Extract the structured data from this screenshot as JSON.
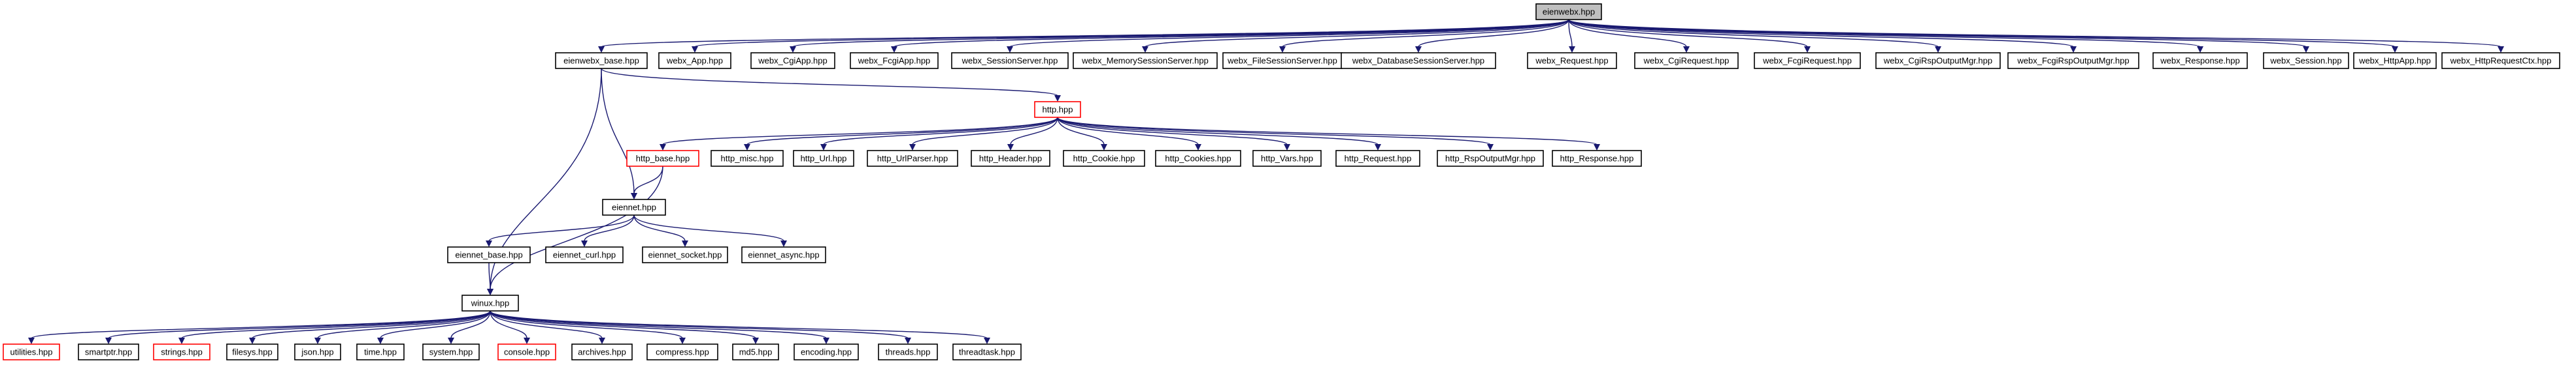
{
  "diagram": {
    "colors": {
      "edge": "#191970",
      "border_normal": "#000000",
      "border_external": "#ff0000",
      "fill_normal": "#ffffff",
      "fill_root": "#bfbfbf"
    },
    "nodes": [
      {
        "id": "n0",
        "label": "eienwebx.hpp",
        "style": "root"
      },
      {
        "id": "n1",
        "label": "eienwebx_base.hpp",
        "style": "normal"
      },
      {
        "id": "n2",
        "label": "webx_App.hpp",
        "style": "normal"
      },
      {
        "id": "n3",
        "label": "webx_CgiApp.hpp",
        "style": "normal"
      },
      {
        "id": "n4",
        "label": "webx_FcgiApp.hpp",
        "style": "normal"
      },
      {
        "id": "n5",
        "label": "webx_SessionServer.hpp",
        "style": "normal"
      },
      {
        "id": "n6",
        "label": "webx_MemorySessionServer.hpp",
        "style": "normal"
      },
      {
        "id": "n7",
        "label": "webx_FileSessionServer.hpp",
        "style": "normal"
      },
      {
        "id": "n8",
        "label": "webx_DatabaseSessionServer.hpp",
        "style": "normal"
      },
      {
        "id": "n9",
        "label": "webx_Request.hpp",
        "style": "normal"
      },
      {
        "id": "n10",
        "label": "webx_CgiRequest.hpp",
        "style": "normal"
      },
      {
        "id": "n11",
        "label": "webx_FcgiRequest.hpp",
        "style": "normal"
      },
      {
        "id": "n12",
        "label": "webx_CgiRspOutputMgr.hpp",
        "style": "normal"
      },
      {
        "id": "n13",
        "label": "webx_FcgiRspOutputMgr.hpp",
        "style": "normal"
      },
      {
        "id": "n14",
        "label": "webx_Response.hpp",
        "style": "normal"
      },
      {
        "id": "n15",
        "label": "webx_Session.hpp",
        "style": "normal"
      },
      {
        "id": "n16",
        "label": "webx_HttpApp.hpp",
        "style": "normal"
      },
      {
        "id": "n17",
        "label": "webx_HttpRequestCtx.hpp",
        "style": "normal"
      },
      {
        "id": "n18",
        "label": "http.hpp",
        "style": "external"
      },
      {
        "id": "n19",
        "label": "http_base.hpp",
        "style": "external"
      },
      {
        "id": "n20",
        "label": "http_misc.hpp",
        "style": "normal"
      },
      {
        "id": "n21",
        "label": "http_Url.hpp",
        "style": "normal"
      },
      {
        "id": "n22",
        "label": "http_UrlParser.hpp",
        "style": "normal"
      },
      {
        "id": "n23",
        "label": "http_Header.hpp",
        "style": "normal"
      },
      {
        "id": "n24",
        "label": "http_Cookie.hpp",
        "style": "normal"
      },
      {
        "id": "n25",
        "label": "http_Cookies.hpp",
        "style": "normal"
      },
      {
        "id": "n26",
        "label": "http_Vars.hpp",
        "style": "normal"
      },
      {
        "id": "n27",
        "label": "http_Request.hpp",
        "style": "normal"
      },
      {
        "id": "n28",
        "label": "http_RspOutputMgr.hpp",
        "style": "normal"
      },
      {
        "id": "n29",
        "label": "http_Response.hpp",
        "style": "normal"
      },
      {
        "id": "n30",
        "label": "eiennet.hpp",
        "style": "normal"
      },
      {
        "id": "n31",
        "label": "eiennet_base.hpp",
        "style": "normal"
      },
      {
        "id": "n32",
        "label": "eiennet_curl.hpp",
        "style": "normal"
      },
      {
        "id": "n33",
        "label": "eiennet_socket.hpp",
        "style": "normal"
      },
      {
        "id": "n34",
        "label": "eiennet_async.hpp",
        "style": "normal"
      },
      {
        "id": "n35",
        "label": "winux.hpp",
        "style": "normal"
      },
      {
        "id": "n36",
        "label": "utilities.hpp",
        "style": "external"
      },
      {
        "id": "n37",
        "label": "smartptr.hpp",
        "style": "normal"
      },
      {
        "id": "n38",
        "label": "strings.hpp",
        "style": "external"
      },
      {
        "id": "n39",
        "label": "filesys.hpp",
        "style": "normal"
      },
      {
        "id": "n40",
        "label": "json.hpp",
        "style": "normal"
      },
      {
        "id": "n41",
        "label": "time.hpp",
        "style": "normal"
      },
      {
        "id": "n42",
        "label": "system.hpp",
        "style": "normal"
      },
      {
        "id": "n43",
        "label": "console.hpp",
        "style": "external"
      },
      {
        "id": "n44",
        "label": "archives.hpp",
        "style": "normal"
      },
      {
        "id": "n45",
        "label": "compress.hpp",
        "style": "normal"
      },
      {
        "id": "n46",
        "label": "md5.hpp",
        "style": "normal"
      },
      {
        "id": "n47",
        "label": "encoding.hpp",
        "style": "normal"
      },
      {
        "id": "n48",
        "label": "threads.hpp",
        "style": "normal"
      },
      {
        "id": "n49",
        "label": "threadtask.hpp",
        "style": "normal"
      }
    ],
    "edges": [
      [
        "n0",
        "n1"
      ],
      [
        "n0",
        "n2"
      ],
      [
        "n0",
        "n3"
      ],
      [
        "n0",
        "n4"
      ],
      [
        "n0",
        "n5"
      ],
      [
        "n0",
        "n6"
      ],
      [
        "n0",
        "n7"
      ],
      [
        "n0",
        "n8"
      ],
      [
        "n0",
        "n9"
      ],
      [
        "n0",
        "n10"
      ],
      [
        "n0",
        "n11"
      ],
      [
        "n0",
        "n12"
      ],
      [
        "n0",
        "n13"
      ],
      [
        "n0",
        "n14"
      ],
      [
        "n0",
        "n15"
      ],
      [
        "n0",
        "n16"
      ],
      [
        "n0",
        "n17"
      ],
      [
        "n1",
        "n18"
      ],
      [
        "n1",
        "n30"
      ],
      [
        "n1",
        "n35"
      ],
      [
        "n18",
        "n19"
      ],
      [
        "n18",
        "n20"
      ],
      [
        "n18",
        "n21"
      ],
      [
        "n18",
        "n22"
      ],
      [
        "n18",
        "n23"
      ],
      [
        "n18",
        "n24"
      ],
      [
        "n18",
        "n25"
      ],
      [
        "n18",
        "n26"
      ],
      [
        "n18",
        "n27"
      ],
      [
        "n18",
        "n28"
      ],
      [
        "n18",
        "n29"
      ],
      [
        "n19",
        "n30"
      ],
      [
        "n19",
        "n35"
      ],
      [
        "n30",
        "n31"
      ],
      [
        "n30",
        "n32"
      ],
      [
        "n30",
        "n33"
      ],
      [
        "n30",
        "n34"
      ],
      [
        "n31",
        "n35"
      ],
      [
        "n35",
        "n36"
      ],
      [
        "n35",
        "n37"
      ],
      [
        "n35",
        "n38"
      ],
      [
        "n35",
        "n39"
      ],
      [
        "n35",
        "n40"
      ],
      [
        "n35",
        "n41"
      ],
      [
        "n35",
        "n42"
      ],
      [
        "n35",
        "n43"
      ],
      [
        "n35",
        "n44"
      ],
      [
        "n35",
        "n45"
      ],
      [
        "n35",
        "n46"
      ],
      [
        "n35",
        "n47"
      ],
      [
        "n35",
        "n48"
      ],
      [
        "n35",
        "n49"
      ]
    ]
  }
}
